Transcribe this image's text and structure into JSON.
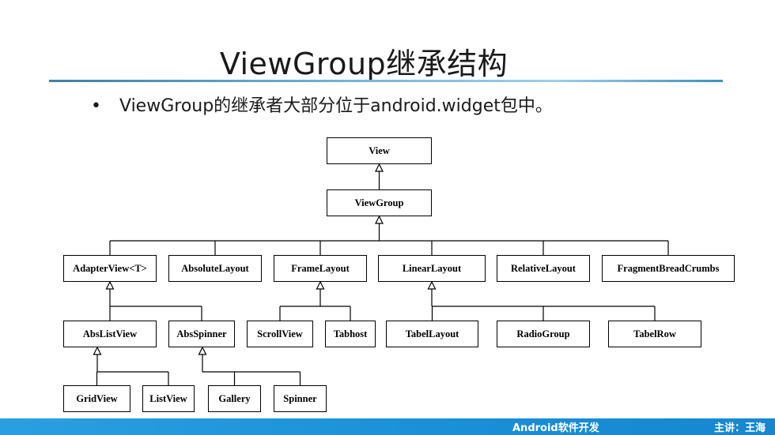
{
  "slide": {
    "title": "ViewGroup继承结构",
    "bullet_symbol": "•",
    "bullet_text": "ViewGroup的继承者大部分位于android.widget包中。",
    "footer_course": "Android软件开发",
    "footer_author": "主讲：王海"
  },
  "diagram": {
    "nodes": {
      "view": "View",
      "viewgroup": "ViewGroup",
      "adapterview": "AdapterView<T>",
      "absolutelayout": "AbsoluteLayout",
      "framelayout": "FrameLayout",
      "linearlayout": "LinearLayout",
      "relativelayout": "RelativeLayout",
      "fragmentbreadcrumbs": "FragmentBreadCrumbs",
      "abslistview": "AbsListView",
      "absspinner": "AbsSpinner",
      "scrollview": "ScrollView",
      "tabhost": "Tabhost",
      "tabellayout": "TabelLayout",
      "radiogroup": "RadioGroup",
      "tabelrow": "TabelRow",
      "gridview": "GridView",
      "listview": "ListView",
      "gallery": "Gallery",
      "spinner": "Spinner"
    },
    "inheritance": [
      {
        "parent": "view",
        "children": [
          "viewgroup"
        ]
      },
      {
        "parent": "viewgroup",
        "children": [
          "adapterview",
          "absolutelayout",
          "framelayout",
          "linearlayout",
          "relativelayout",
          "fragmentbreadcrumbs"
        ]
      },
      {
        "parent": "adapterview",
        "children": [
          "abslistview",
          "absspinner"
        ]
      },
      {
        "parent": "framelayout",
        "children": [
          "scrollview",
          "tabhost"
        ]
      },
      {
        "parent": "linearlayout",
        "children": [
          "tabellayout",
          "radiogroup",
          "tabelrow"
        ]
      },
      {
        "parent": "abslistview",
        "children": [
          "gridview",
          "listview"
        ]
      },
      {
        "parent": "absspinner",
        "children": [
          "gallery",
          "spinner"
        ]
      }
    ]
  }
}
